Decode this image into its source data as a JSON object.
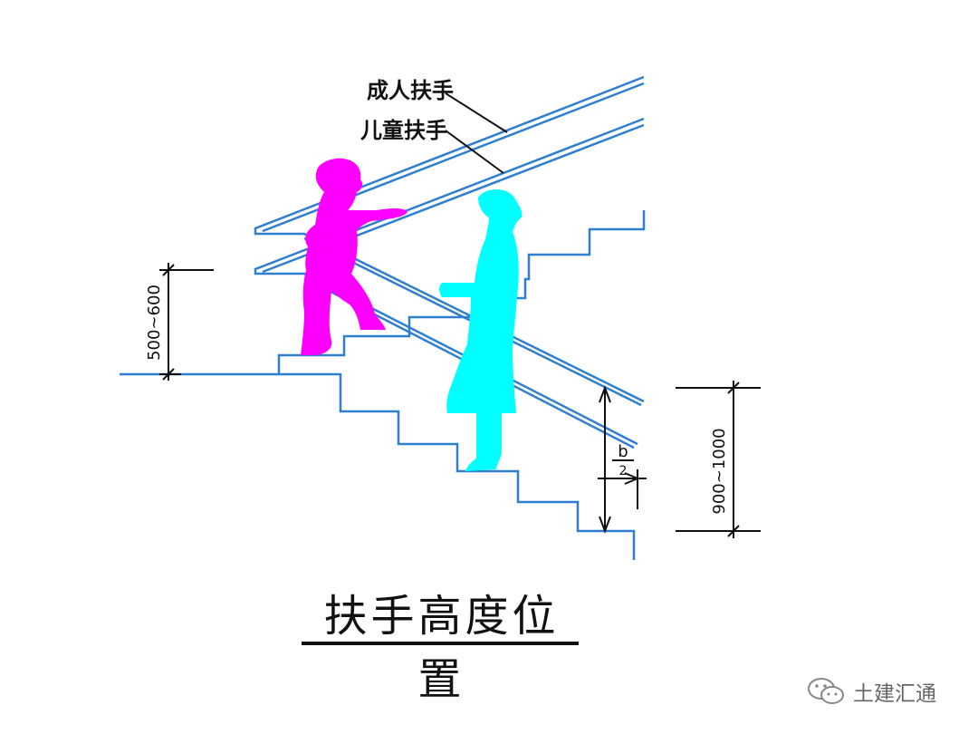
{
  "diagram": {
    "title": "扶手高度位置",
    "labels": {
      "adult_handrail": "成人扶手",
      "child_handrail": "儿童扶手",
      "child_height_dim": "500~600",
      "adult_height_dim": "900~1000",
      "half_tread_fraction_top": "b",
      "half_tread_fraction_bottom": "2"
    },
    "colors": {
      "line": "#2f7fd1",
      "child_figure": "#ff00ff",
      "adult_figure": "#00ffff",
      "dimension": "#111111"
    }
  },
  "watermark": {
    "text": "土建汇通",
    "icon": "wechat-icon"
  }
}
